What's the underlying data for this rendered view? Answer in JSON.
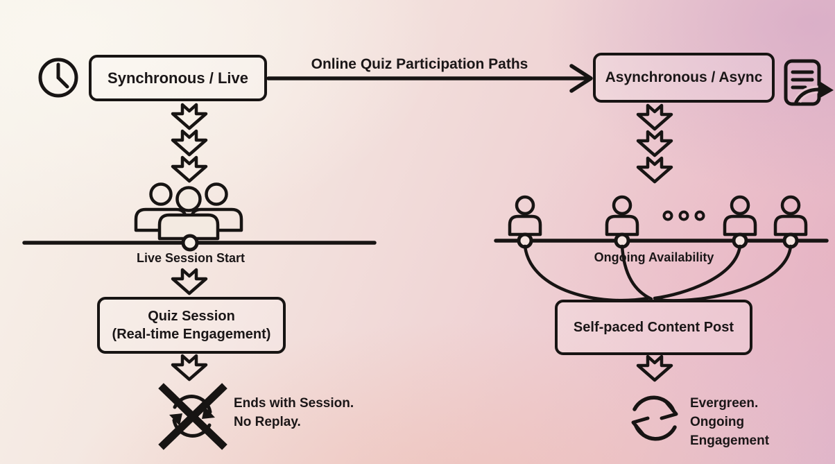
{
  "title": "Online Quiz Participation Paths",
  "left_path": {
    "box_label": "Synchronous / Live",
    "timeline_label": "Live Session Start",
    "session_box_line1": "Quiz Session",
    "session_box_line2": "(Real-time Engagement)",
    "end_note_line1": "Ends with Session.",
    "end_note_line2": "No Replay."
  },
  "right_path": {
    "box_label": "Asynchronous / Async",
    "timeline_label": "Ongoing Availability",
    "content_box_label": "Self-paced Content Post",
    "end_note_line1": "Evergreen.",
    "end_note_line2": "Ongoing",
    "end_note_line3": "Engagement"
  },
  "icons": {
    "top_left": "clock-icon",
    "top_right": "share-post-icon",
    "left_people": "audience-group-icon",
    "right_people": "individual-user-icons",
    "bottom_left": "no-replay-crossed-cycle-icon",
    "bottom_right": "evergreen-cycle-icon"
  },
  "colors": {
    "ink": "#171413",
    "bg_top_left": "#f7f2ea",
    "bg_pink": "#f0d6d6",
    "bg_mauve": "#e0b6ca",
    "bg_salmon": "#eebaac"
  }
}
